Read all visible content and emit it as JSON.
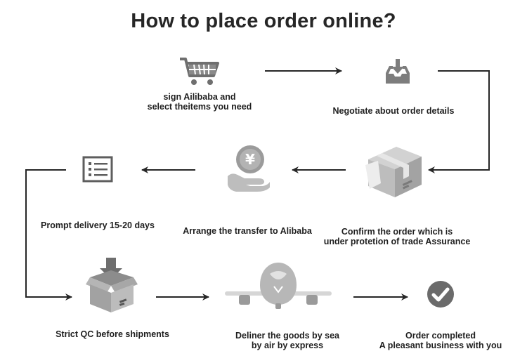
{
  "title": "How to place order online?",
  "steps": [
    {
      "lines": [
        "sign Ailibaba and",
        "select theitems you need"
      ],
      "icon": "shopping-cart-icon"
    },
    {
      "lines": [
        "Negotiate about order details"
      ],
      "icon": "download-tray-icon"
    },
    {
      "lines": [
        "Confirm the order which is",
        "under protetion of trade Assurance"
      ],
      "icon": "package-box-icon"
    },
    {
      "lines": [
        "Arrange the transfer to Alibaba"
      ],
      "icon": "yen-coin-hand-icon"
    },
    {
      "lines": [
        "Prompt delivery 15-20 days"
      ],
      "icon": "checklist-icon"
    },
    {
      "lines": [
        "Strict QC before shipments"
      ],
      "icon": "box-download-icon"
    },
    {
      "lines": [
        "Deliner the goods by sea",
        "by air by express"
      ],
      "icon": "airplane-icon"
    },
    {
      "lines": [
        "Order completed",
        "A pleasant business with you"
      ],
      "icon": "checkmark-circle-icon"
    }
  ]
}
